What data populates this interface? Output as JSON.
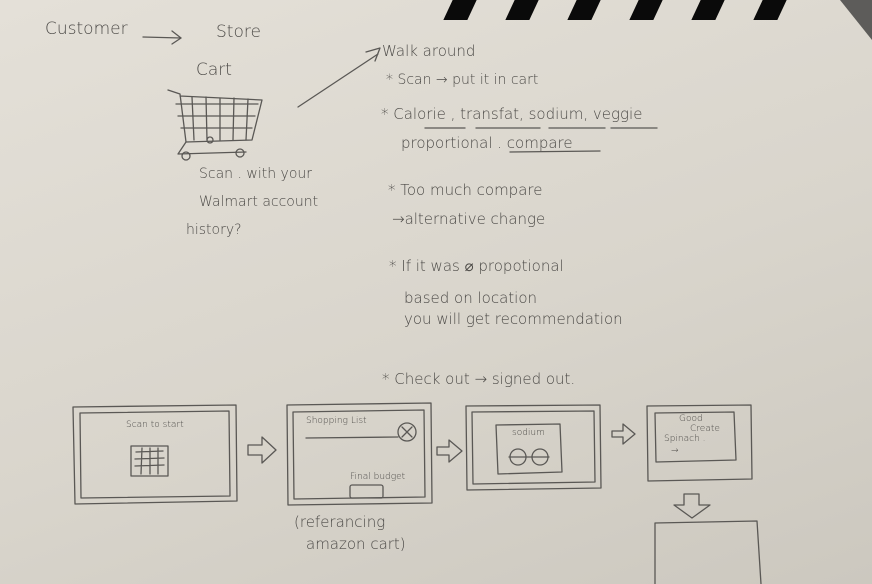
{
  "header": {
    "customer": "Customer",
    "store": "Store"
  },
  "cart": {
    "label": "Cart",
    "note_1": "Scan . with your",
    "note_2": "Walmart account",
    "note_3": "history?"
  },
  "notes": {
    "walk": "Walk around",
    "scan": "* Scan → put it in cart",
    "calorie": "* Calorie , transfat, sodium, veggie",
    "proportional": "proportional . compare",
    "too_much": "* Too much compare",
    "alternative": "→alternative change",
    "if_was": "* If it was ⌀ propotional",
    "location": "based on location",
    "recommend": "you will get recommendation",
    "checkout": "* Check out → signed out."
  },
  "screens": {
    "scan_start": "Scan to start",
    "shopping_list": "Shopping List",
    "final_budget": "Final budget",
    "sodium": "sodium",
    "good_1": "Good",
    "good_2": "Create",
    "good_3": "Spinach .",
    "good_4": "→",
    "amazon_1": "(referancing",
    "amazon_2": "amazon cart)"
  }
}
